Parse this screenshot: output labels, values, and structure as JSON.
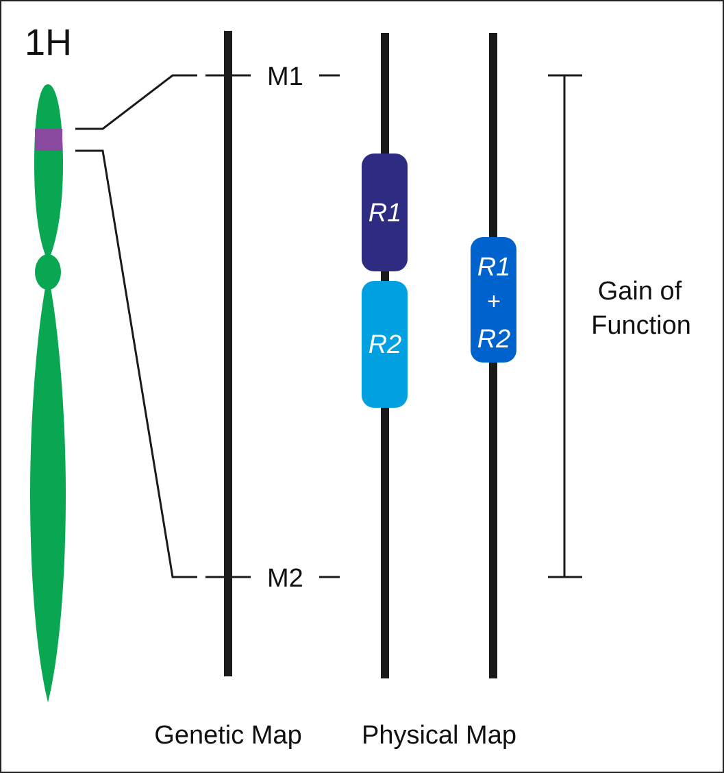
{
  "chromosome": {
    "name": "1H",
    "body_color": "#0aa752",
    "band_color": "#8a4aa0"
  },
  "genetic_map": {
    "label": "Genetic Map",
    "markers": [
      {
        "name": "M1"
      },
      {
        "name": "M2"
      }
    ]
  },
  "physical_map": {
    "label": "Physical Map",
    "track1_genes": [
      {
        "name": "R1",
        "color": "#2e2c82"
      },
      {
        "name": "R2",
        "color": "#00a0e1"
      }
    ],
    "track2_gene": {
      "line1": "R1",
      "line2": "+",
      "line3": "R2",
      "color": "#0062cc"
    }
  },
  "interval": {
    "label_line1": "Gain of",
    "label_line2": "Function"
  },
  "colors": {
    "axis": "#1a1a1a",
    "border": "#222222"
  }
}
